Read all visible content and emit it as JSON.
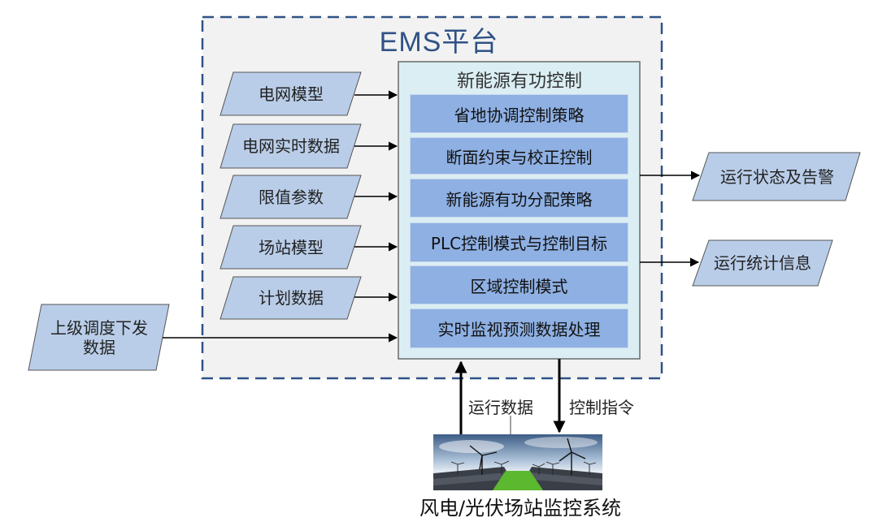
{
  "platform": {
    "title": "EMS平台",
    "module_title": "新能源有功控制",
    "modules": [
      {
        "label": "省地协调控制策略"
      },
      {
        "label": "断面约束与校正控制"
      },
      {
        "label": "新能源有功分配策略"
      },
      {
        "label": "PLC控制模式与控制目标"
      },
      {
        "label": "区域控制模式"
      },
      {
        "label": "实时监视预测数据处理"
      }
    ]
  },
  "inputs": [
    {
      "label": "电网模型"
    },
    {
      "label": "电网实时数据"
    },
    {
      "label": "限值参数"
    },
    {
      "label": "场站模型"
    },
    {
      "label": "计划数据"
    }
  ],
  "external_input": {
    "line1": "上级调度下发",
    "line2": "数据"
  },
  "outputs": [
    {
      "label": "运行状态及告警"
    },
    {
      "label": "运行统计信息"
    }
  ],
  "flows": {
    "up_label": "运行数据",
    "down_label": "控制指令"
  },
  "site": {
    "label": "风电/光伏场站监控系统",
    "image_icon": "wind-solar-farm-photo"
  },
  "colors": {
    "platform_border": "#2f5286",
    "platform_fill": "#f2f2f2",
    "module_fill": "#daeef3",
    "sub_box_fill": "#8eb0e3",
    "parallelogram_fill": "#b9cde8",
    "arrow": "#000000"
  }
}
